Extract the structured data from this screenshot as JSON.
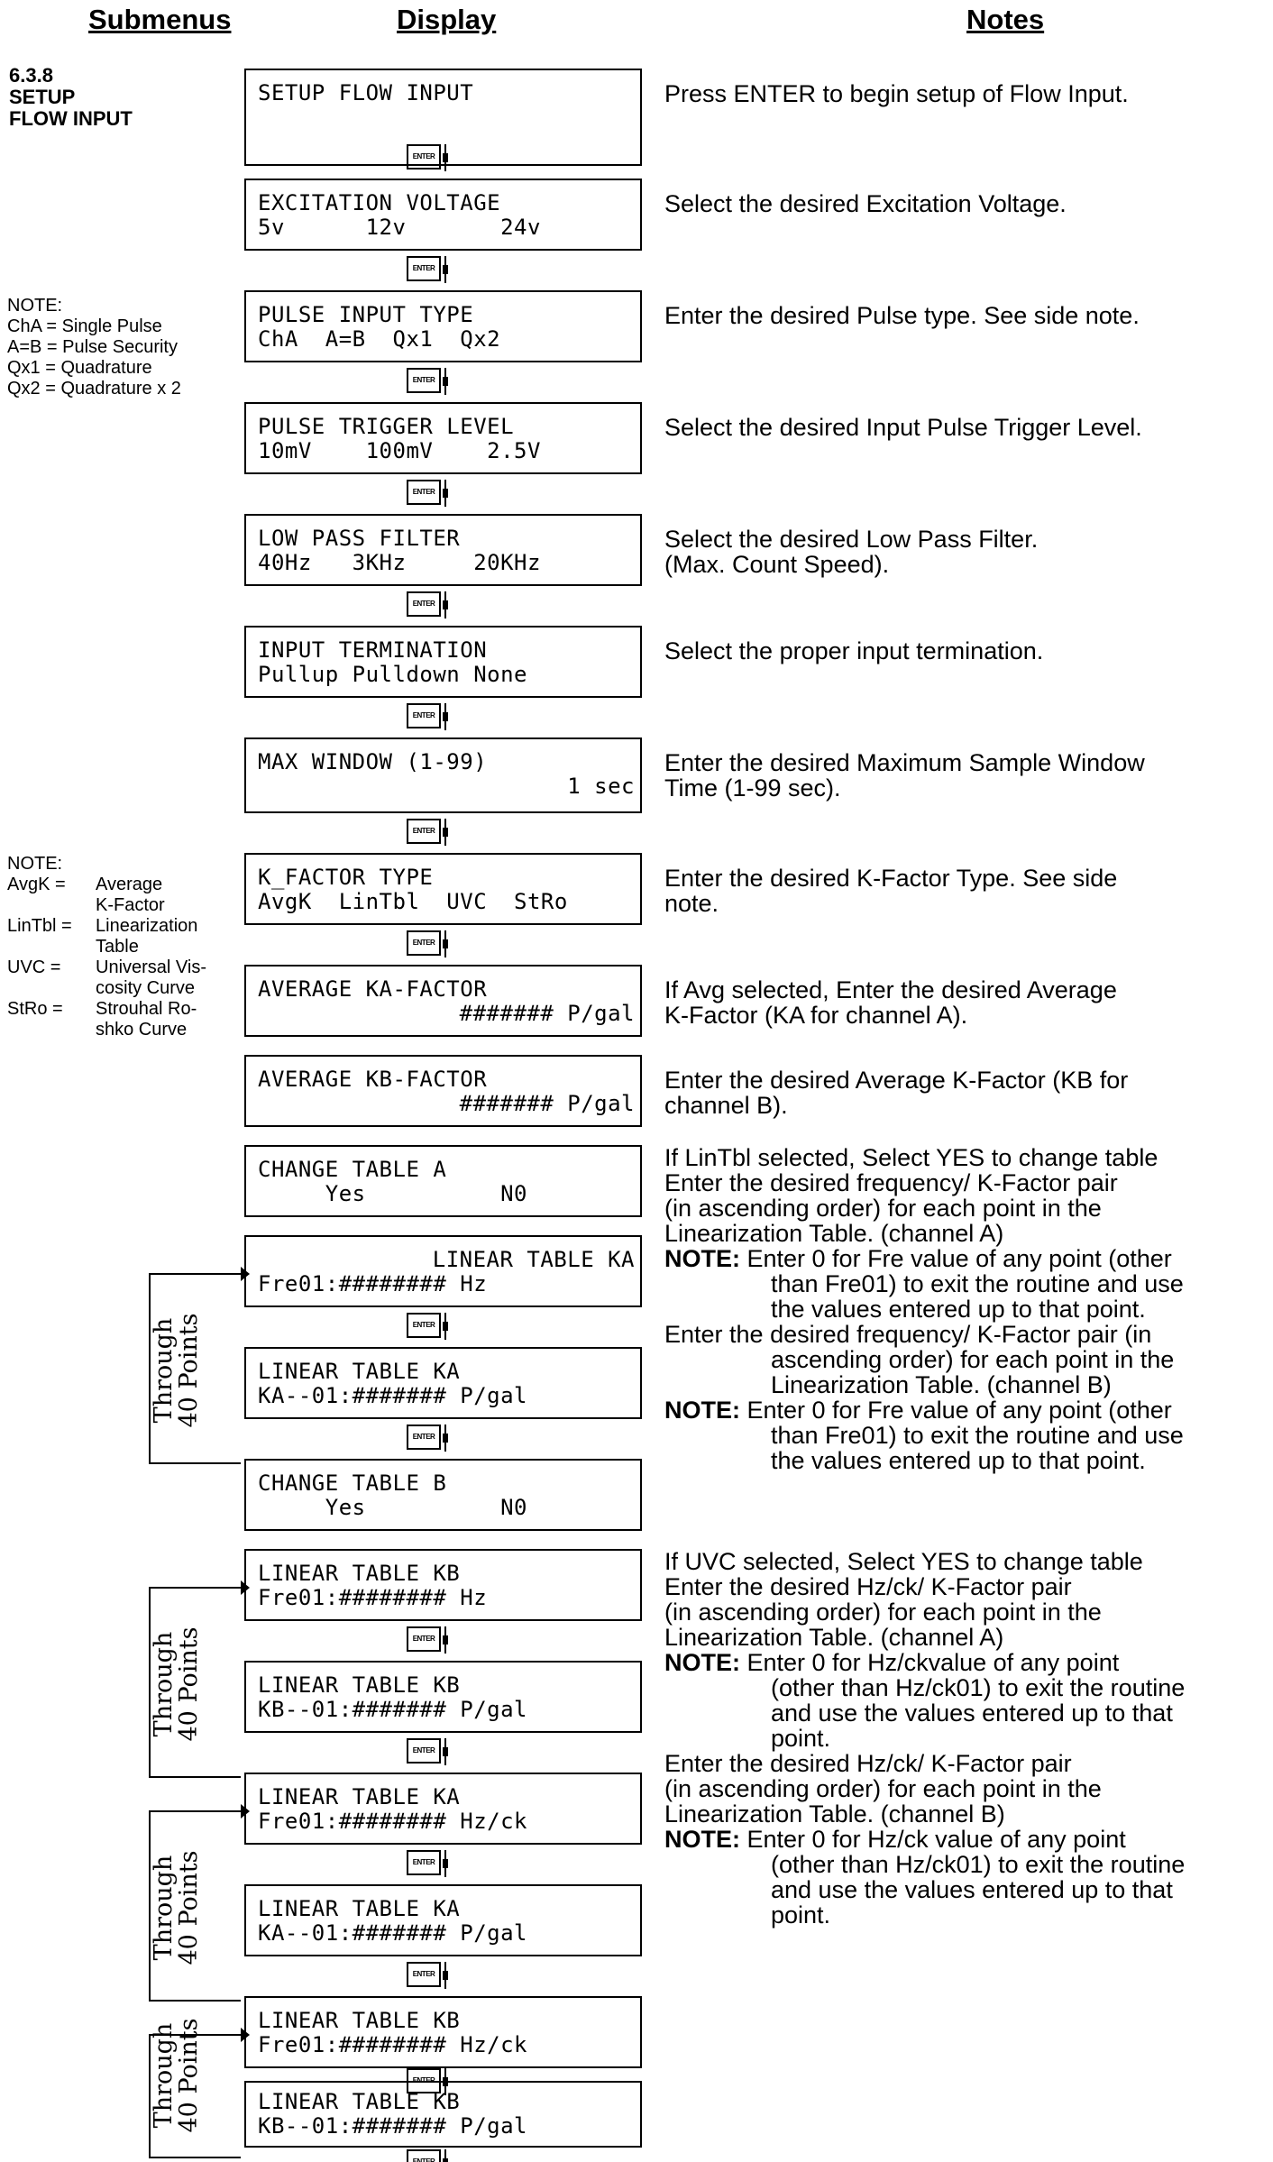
{
  "headers": {
    "submenus": "Submenus",
    "display": "Display",
    "notes": "Notes"
  },
  "section": {
    "number": "6.3.8",
    "line1": "SETUP",
    "line2": "FLOW INPUT"
  },
  "enter_key": "ENTER",
  "through": {
    "line1": "Through",
    "line2": "40 Points"
  },
  "side_note_pulse": {
    "title": "NOTE:",
    "lines": [
      "ChA = Single Pulse",
      "A=B = Pulse Security",
      "Qx1 = Quadrature",
      "Qx2 = Quadrature x 2"
    ]
  },
  "side_note_kfactor": {
    "title": "NOTE:",
    "items": [
      {
        "key": "AvgK =",
        "l1": "Average",
        "l2": "K-Factor"
      },
      {
        "key": "LinTbl =",
        "l1": "Linearization",
        "l2": "Table"
      },
      {
        "key": "UVC =",
        "l1": "Universal Vis-",
        "l2": "cosity Curve"
      },
      {
        "key": "StRo =",
        "l1": "Strouhal Ro-",
        "l2": "shko Curve"
      }
    ]
  },
  "screens": [
    {
      "l1": "SETUP FLOW INPUT",
      "l2": ""
    },
    {
      "l1": "EXCITATION VOLTAGE",
      "l2": "5v      12v       24v"
    },
    {
      "l1": "PULSE INPUT TYPE",
      "l2": "ChA  A=B  Qx1  Qx2"
    },
    {
      "l1": "PULSE TRIGGER LEVEL",
      "l2": "10mV    100mV    2.5V"
    },
    {
      "l1": "LOW PASS FILTER",
      "l2": "40Hz   3KHz     20KHz"
    },
    {
      "l1": "INPUT TERMINATION",
      "l2": "Pullup Pulldown None"
    },
    {
      "l1": "MAX WINDOW (1-99)",
      "l2": "1 sec"
    },
    {
      "l1": "K_FACTOR TYPE",
      "l2": "AvgK  LinTbl  UVC  StRo"
    },
    {
      "l1": "AVERAGE KA-FACTOR",
      "l2": "####### P/gal"
    },
    {
      "l1": "AVERAGE KB-FACTOR",
      "l2": "####### P/gal"
    },
    {
      "l1": "CHANGE TABLE A",
      "l2": "     Yes          N0"
    },
    {
      "l1": "LINEAR TABLE KA",
      "l2": "Fre01:######## Hz"
    },
    {
      "l1": "LINEAR TABLE KA",
      "l2": "KA--01:####### P/gal"
    },
    {
      "l1": "CHANGE TABLE B",
      "l2": "     Yes          N0"
    },
    {
      "l1": "LINEAR TABLE KB",
      "l2": "Fre01:######## Hz"
    },
    {
      "l1": "LINEAR TABLE KB",
      "l2": "KB--01:####### P/gal"
    },
    {
      "l1": "LINEAR TABLE KA",
      "l2": "Fre01:######## Hz/ck"
    },
    {
      "l1": "LINEAR TABLE KA",
      "l2": "KA--01:####### P/gal"
    },
    {
      "l1": "LINEAR TABLE KB",
      "l2": "Fre01:######## Hz/ck"
    },
    {
      "l1": "LINEAR TABLE KB",
      "l2": "KB--01:####### P/gal"
    }
  ],
  "notes": {
    "n1": "Press ENTER to begin setup of Flow Input.",
    "n2": "Select the desired Excitation Voltage.",
    "n3": "Enter the desired Pulse type. See side note.",
    "n4": "Select the desired Input Pulse Trigger Level.",
    "n5a": "Select the desired Low Pass Filter.",
    "n5b": "(Max. Count Speed).",
    "n6": "Select the proper input termination.",
    "n7a": "Enter the desired Maximum Sample Window",
    "n7b": "Time (1-99 sec).",
    "n8a": "Enter the desired K-Factor Type.  See side",
    "n8b": "note.",
    "n9a": "If Avg selected, Enter the desired Average",
    "n9b": "K-Factor (KA for channel A).",
    "n10a": "Enter the desired Average K-Factor (KB for",
    "n10b": "channel B).",
    "lin_a1": "If LinTbl selected, Select YES to change table",
    "lin_a2": "Enter the desired frequency/ K-Factor pair",
    "lin_a3": "(in ascending order) for each point in the",
    "lin_a4": "Linearization Table. (channel A)",
    "note_label": "NOTE:",
    "lin_a_note1": " Enter 0 for Fre value of any point (other",
    "lin_a_note2": "than Fre01) to exit the routine and use",
    "lin_a_note3": "the values entered up to that point.",
    "lin_b1": "Enter the desired frequency/ K-Factor pair (in",
    "lin_b2": "ascending order) for each point in the",
    "lin_b3": "Linearization Table. (channel B)",
    "lin_b_note1": " Enter 0 for Fre value of any point (other",
    "lin_b_note2": "than Fre01) to exit the routine and use",
    "lin_b_note3": "the values entered up to that point.",
    "uvc_a1": "If UVC selected, Select YES to change table",
    "uvc_a2": "Enter the desired Hz/ck/ K-Factor pair",
    "uvc_a3": "(in ascending order) for each point in the",
    "uvc_a4": "Linearization Table. (channel A)",
    "uvc_a_note1": " Enter 0 for Hz/ckvalue of any point",
    "uvc_a_note2": "(other than Hz/ck01) to exit the routine",
    "uvc_a_note3": "and use the values entered up to that",
    "uvc_a_note4": "point.",
    "uvc_b1": "Enter the desired Hz/ck/ K-Factor pair",
    "uvc_b2": "(in ascending order) for each point in the",
    "uvc_b3": "Linearization Table. (channel B)",
    "uvc_b_note1": " Enter 0 for Hz/ck value of any point",
    "uvc_b_note2": "(other than Hz/ck01) to exit the routine",
    "uvc_b_note3": "and use the values entered up to that",
    "uvc_b_note4": "point."
  }
}
